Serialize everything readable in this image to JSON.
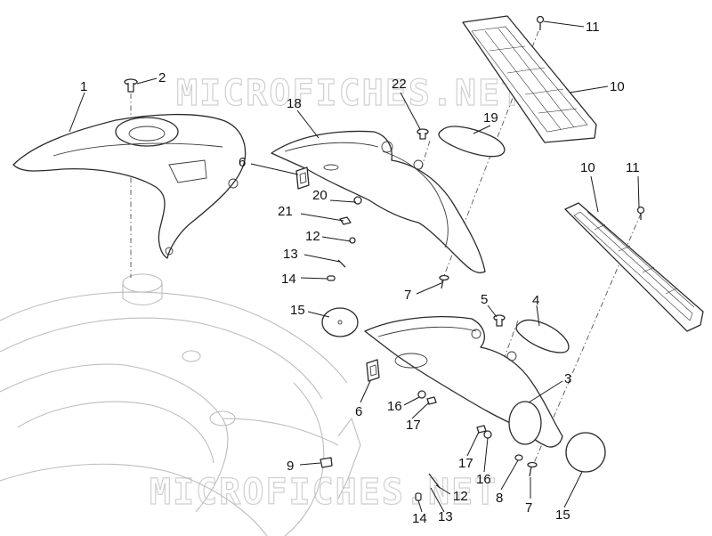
{
  "watermark_text": "MICROFICHES.NET",
  "callouts": [
    {
      "id": "c1",
      "label": "1"
    },
    {
      "id": "c2",
      "label": "2"
    },
    {
      "id": "c3",
      "label": "3"
    },
    {
      "id": "c4",
      "label": "4"
    },
    {
      "id": "c5",
      "label": "5"
    },
    {
      "id": "c6a",
      "label": "6"
    },
    {
      "id": "c6b",
      "label": "6"
    },
    {
      "id": "c7a",
      "label": "7"
    },
    {
      "id": "c7b",
      "label": "7"
    },
    {
      "id": "c8",
      "label": "8"
    },
    {
      "id": "c9",
      "label": "9"
    },
    {
      "id": "c10a",
      "label": "10"
    },
    {
      "id": "c10b",
      "label": "10"
    },
    {
      "id": "c11a",
      "label": "11"
    },
    {
      "id": "c11b",
      "label": "11"
    },
    {
      "id": "c12a",
      "label": "12"
    },
    {
      "id": "c12b",
      "label": "12"
    },
    {
      "id": "c13a",
      "label": "13"
    },
    {
      "id": "c13b",
      "label": "13"
    },
    {
      "id": "c14a",
      "label": "14"
    },
    {
      "id": "c14b",
      "label": "14"
    },
    {
      "id": "c15a",
      "label": "15"
    },
    {
      "id": "c15b",
      "label": "15"
    },
    {
      "id": "c16a",
      "label": "16"
    },
    {
      "id": "c16b",
      "label": "16"
    },
    {
      "id": "c17a",
      "label": "17"
    },
    {
      "id": "c17b",
      "label": "17"
    },
    {
      "id": "c18",
      "label": "18"
    },
    {
      "id": "c19",
      "label": "19"
    },
    {
      "id": "c20",
      "label": "20"
    },
    {
      "id": "c21",
      "label": "21"
    },
    {
      "id": "c22",
      "label": "22"
    }
  ]
}
